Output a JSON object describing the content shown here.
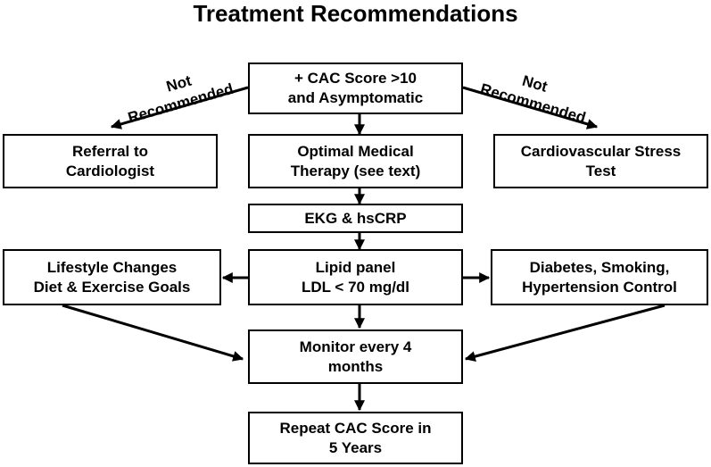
{
  "title": "Treatment Recommendations",
  "nodes": {
    "cac": {
      "line1": "+ CAC Score >10",
      "line2": "and Asymptomatic"
    },
    "referral": {
      "line1": "Referral to",
      "line2": "Cardiologist"
    },
    "omt": {
      "line1": "Optimal Medical",
      "line2": "Therapy (see text)"
    },
    "stress": {
      "line1": "Cardiovascular Stress",
      "line2": "Test"
    },
    "ekg": {
      "line1": "EKG & hsCRP"
    },
    "lifestyle": {
      "line1": "Lifestyle Changes",
      "line2": "Diet & Exercise Goals"
    },
    "lipid": {
      "line1": "Lipid panel",
      "line2": "LDL < 70 mg/dl"
    },
    "diabetes": {
      "line1": "Diabetes, Smoking,",
      "line2": "Hypertension Control"
    },
    "monitor": {
      "line1": "Monitor every 4",
      "line2": "months"
    },
    "repeat": {
      "line1": "Repeat CAC Score in",
      "line2": "5 Years"
    }
  },
  "edge_labels": {
    "left": {
      "line1": "Not",
      "line2": "Recommended"
    },
    "right": {
      "line1": "Not",
      "line2": "Recommended"
    }
  },
  "colors": {
    "stroke": "#000000",
    "background": "#ffffff"
  }
}
